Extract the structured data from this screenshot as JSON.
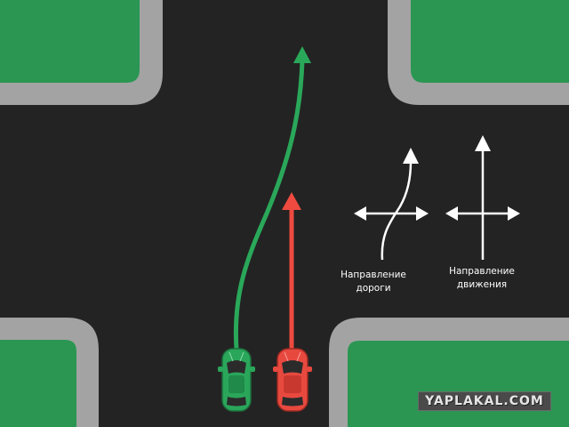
{
  "signs": {
    "road_direction": {
      "line1": "Направление",
      "line2": "дороги"
    },
    "motion_direction": {
      "line1": "Направление",
      "line2": "движения"
    }
  },
  "watermark": "YAPLAKAL.COM",
  "colors": {
    "road": "#232323",
    "grass": "#2a9652",
    "curb": "#a3a3a3",
    "green_car": "#2aa65a",
    "green_arrow": "#2aa85a",
    "red_car": "#e8493f",
    "red_arrow": "#ee4a3f",
    "sign_arrows": "#ffffff"
  },
  "cars": [
    {
      "name": "green car",
      "color": "green"
    },
    {
      "name": "red car",
      "color": "red"
    }
  ]
}
